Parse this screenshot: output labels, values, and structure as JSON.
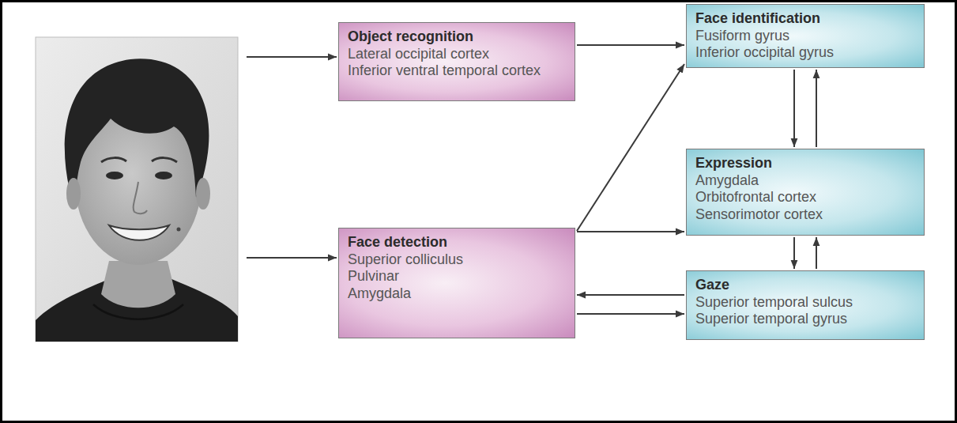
{
  "diagram": {
    "nodes": [
      {
        "text": [
          "Object recognition",
          "Lateral occipital cortex",
          "Inferior ventral temporal cortex"
        ]
      },
      {
        "text": [
          "Face detection",
          "Superior colliculus",
          "Pulvinar",
          "Amygdala"
        ]
      },
      {
        "text": [
          "Face identification",
          "Fusiform gyrus",
          "Inferior occipital gyrus"
        ]
      },
      {
        "text": [
          "Expression",
          "Amygdala",
          "Orbitofrontal cortex",
          "Sensorimotor cortex"
        ]
      },
      {
        "text": [
          "Gaze",
          "Superior temporal sulcus",
          "Superior temporal gyrus"
        ]
      }
    ],
    "edges": [
      {
        "from": 0,
        "to": 2,
        "arrow": "to"
      },
      {
        "from": 1,
        "to": 2,
        "arrow": "to"
      },
      {
        "from": 1,
        "to": 3,
        "arrow": "to"
      },
      {
        "from": 2,
        "to": 3,
        "arrow": "to"
      },
      {
        "from": 3,
        "to": 2,
        "arrow": "to"
      },
      {
        "from": 3,
        "to": 4,
        "arrow": "to"
      },
      {
        "from": 4,
        "to": 3,
        "arrow": "to"
      },
      {
        "from": 4,
        "to": 1,
        "arrow": "to"
      },
      {
        "from": 1,
        "to": 4,
        "arrow": "to"
      }
    ]
  }
}
